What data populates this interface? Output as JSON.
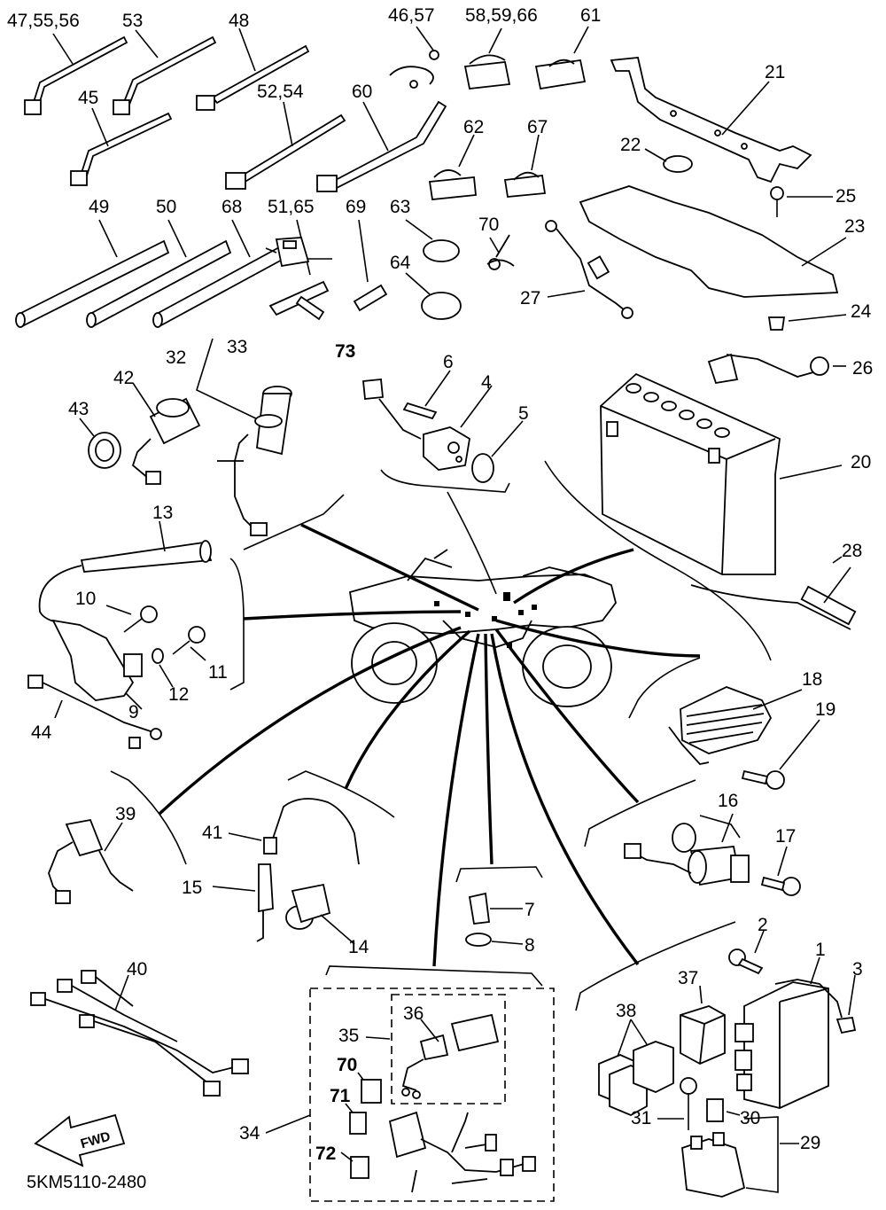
{
  "diagram_code": "5KM5110-2480",
  "direction_label": "FWD",
  "callouts": {
    "c1": "1",
    "c2": "2",
    "c3": "3",
    "c4": "4",
    "c5": "5",
    "c6": "6",
    "c7": "7",
    "c8": "8",
    "c9": "9",
    "c10": "10",
    "c11": "11",
    "c12": "12",
    "c13": "13",
    "c14": "14",
    "c15": "15",
    "c16": "16",
    "c17": "17",
    "c18": "18",
    "c19": "19",
    "c20": "20",
    "c21": "21",
    "c22": "22",
    "c23": "23",
    "c24": "24",
    "c25": "25",
    "c26": "26",
    "c27": "27",
    "c28": "28",
    "c29": "29",
    "c30": "30",
    "c31": "31",
    "c32": "32",
    "c33": "33",
    "c34": "34",
    "c35": "35",
    "c36": "36",
    "c37": "37",
    "c38": "38",
    "c39": "39",
    "c40": "40",
    "c41": "41",
    "c42": "42",
    "c43": "43",
    "c44": "44",
    "c45": "45",
    "c46_57": "46,57",
    "c47_55_56": "47,55,56",
    "c48": "48",
    "c49": "49",
    "c50": "50",
    "c51_65": "51,65",
    "c52_54": "52,54",
    "c53": "53",
    "c58_59_66": "58,59,66",
    "c60": "60",
    "c61": "61",
    "c62": "62",
    "c63": "63",
    "c64": "64",
    "c67": "67",
    "c68": "68",
    "c69": "69",
    "c70a": "70",
    "c70b": "70",
    "c71": "71",
    "c72": "72",
    "c73": "73"
  }
}
